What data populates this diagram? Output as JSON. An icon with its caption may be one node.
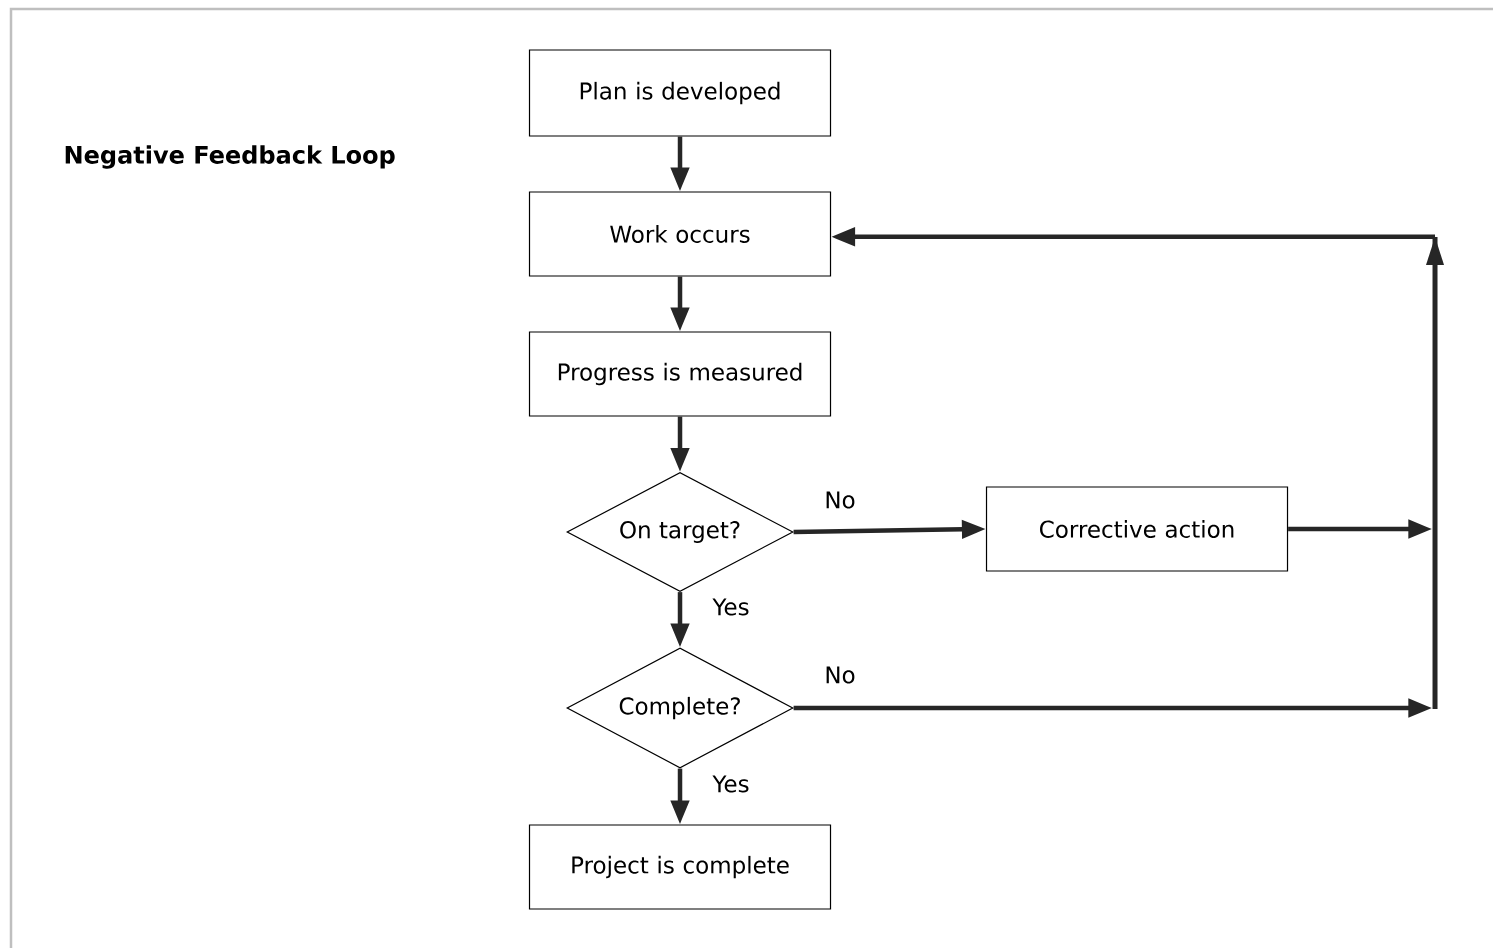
{
  "diagram": {
    "title": "Negative Feedback Loop",
    "nodes": [
      {
        "text": [
          "Plan is developed"
        ]
      },
      {
        "text": [
          "Work occurs"
        ]
      },
      {
        "text": [
          "Progress is measured"
        ]
      },
      {
        "text": [
          "On target?"
        ]
      },
      {
        "text": [
          "Corrective action"
        ]
      },
      {
        "text": [
          "Complete?"
        ]
      },
      {
        "text": [
          "Project is complete"
        ]
      },
      {
        "text": [],
        "shape": "bar"
      }
    ],
    "edges": [
      {
        "from": 0,
        "to": 1,
        "arrow": "to"
      },
      {
        "from": 1,
        "to": 2,
        "arrow": "to"
      },
      {
        "from": 2,
        "to": 3,
        "arrow": "to"
      },
      {
        "from": 3,
        "to": 4,
        "arrow": "to",
        "label": "No"
      },
      {
        "from": 3,
        "to": 5,
        "arrow": "to",
        "label": "Yes"
      },
      {
        "from": 5,
        "to": 6,
        "arrow": "to",
        "label": "Yes"
      },
      {
        "from": 4,
        "to": 7,
        "arrow": "to"
      },
      {
        "from": 5,
        "to": 7,
        "arrow": "to",
        "label": "No"
      },
      {
        "from": 7,
        "to": 1,
        "arrow": "to"
      }
    ]
  }
}
